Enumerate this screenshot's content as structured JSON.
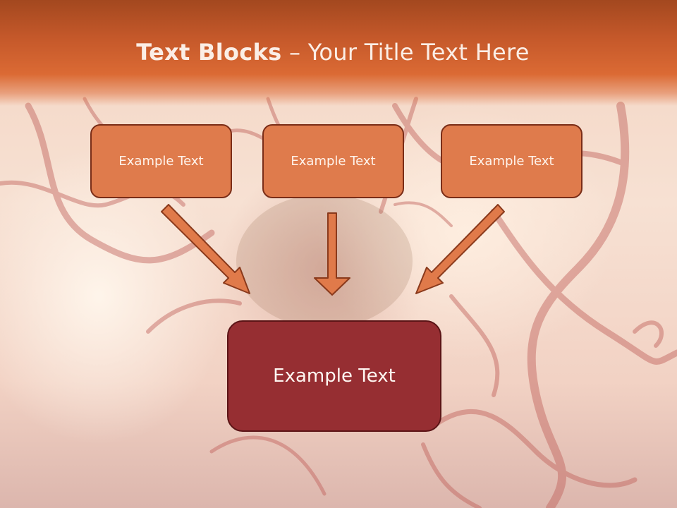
{
  "slide": {
    "title_bold": "Text Blocks",
    "title_dash": " – ",
    "title_rest": "Your Title Text Here"
  },
  "diagram": {
    "boxes": [
      {
        "text": "Example Text"
      },
      {
        "text": "Example Text"
      },
      {
        "text": "Example Text"
      }
    ],
    "target": {
      "text": "Example Text"
    }
  },
  "colors": {
    "header": "#db6a34",
    "small_box_fill": "#df7b4c",
    "small_box_border": "#7a2d17",
    "target_fill": "#962e32",
    "arrow_fill": "#e07a4a"
  }
}
